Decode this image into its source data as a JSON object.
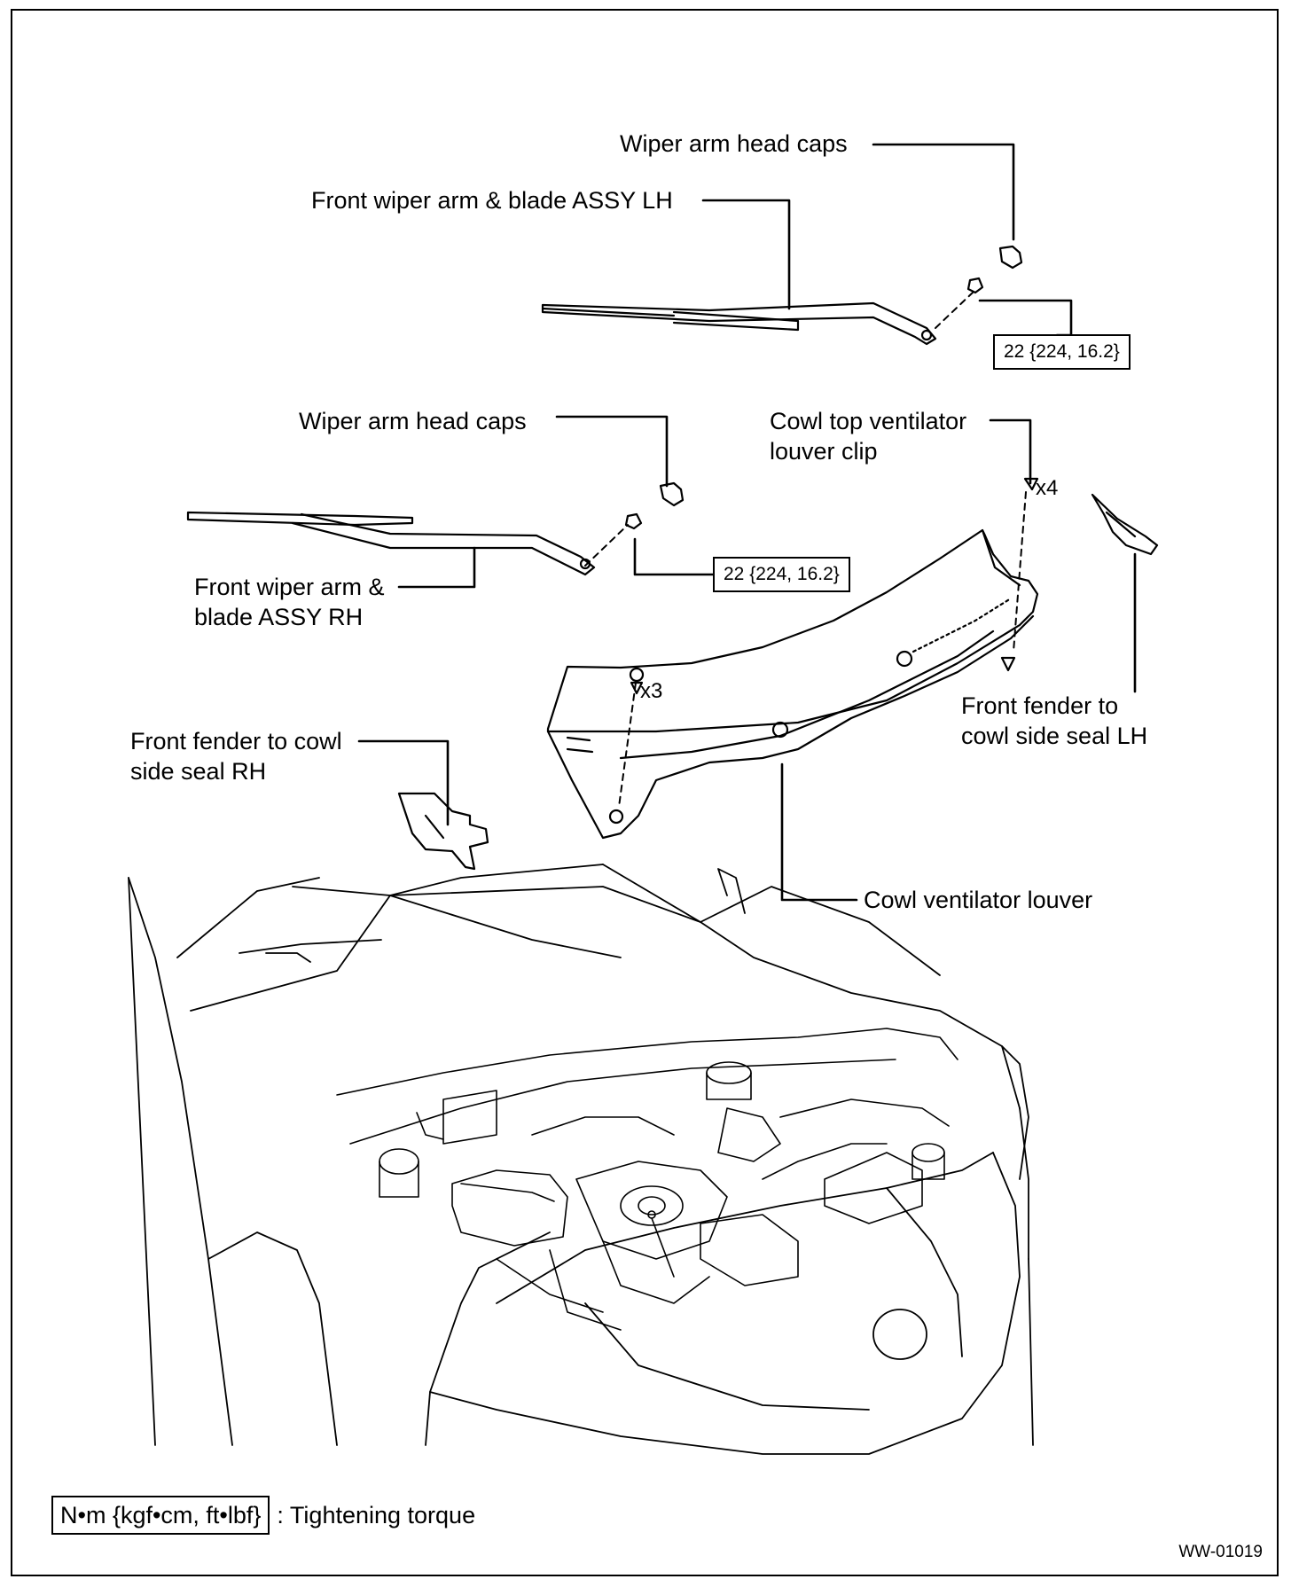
{
  "labels": {
    "wiper_caps_lh": "Wiper arm head caps",
    "arm_lh": "Front wiper arm & blade ASSY LH",
    "wiper_caps_rh": "Wiper arm head caps",
    "cowl_clip": "Cowl top ventilator\nlouver clip",
    "arm_rh": "Front wiper arm &\nblade ASSY RH",
    "seal_lh": "Front fender to\ncowl side seal LH",
    "seal_rh": "Front fender to cowl\nside seal RH",
    "louver": "Cowl ventilator louver"
  },
  "torque": {
    "lh": "22 {224, 16.2}",
    "rh": "22 {224, 16.2}"
  },
  "quantities": {
    "clip_top": "x4",
    "clip_left": "x3"
  },
  "legend": {
    "box": "N•m {kgf•cm, ft•lbf}",
    "text": ": Tightening torque"
  },
  "figure_code": "WW-01019"
}
